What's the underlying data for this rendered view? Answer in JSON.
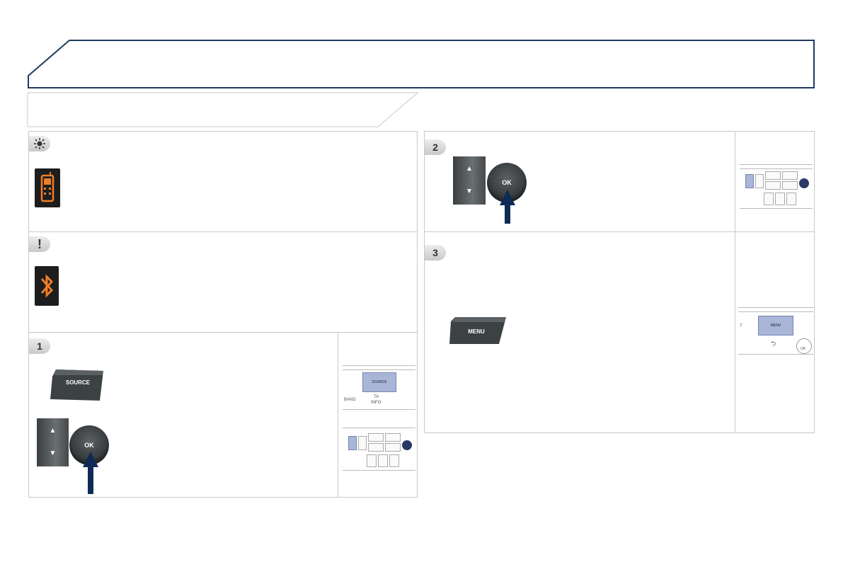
{
  "thumb_source": {
    "source": "SOURCE",
    "band": "BAND",
    "ta": "TA",
    "info": "INFO"
  },
  "thumb_menu": {
    "menu": "MENU",
    "t": "T",
    "ok": "OK"
  },
  "tip_section": {
    "icon": "light-bulb-icon",
    "device_icon": "mobile-phone-icon"
  },
  "warning_section": {
    "badge": "!",
    "device_icon": "bluetooth-icon"
  },
  "step1": {
    "badge": "1",
    "source_button": "SOURCE",
    "up": "▲",
    "down": "▼",
    "ok": "OK"
  },
  "step2": {
    "badge": "2",
    "up": "▲",
    "down": "▼",
    "ok": "OK"
  },
  "step3": {
    "badge": "3",
    "menu_button": "MENU"
  },
  "colors": {
    "header_border": "#1f3a5f",
    "icon_orange": "#f07d2a",
    "arrow_blue": "#0f2a55"
  }
}
